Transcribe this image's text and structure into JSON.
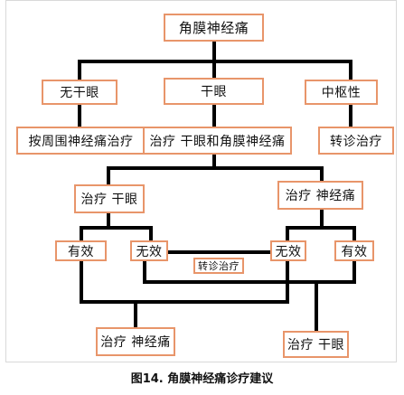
{
  "nodes": {
    "root": "角膜神经痛",
    "no_dry_eye": "无干眼",
    "dry_eye": "干眼",
    "central": "中枢性",
    "peripheral_tx": "按周围神经痛治疗",
    "dry_eye_and_neuro_tx": "治疗 干眼和角膜神经痛",
    "referral_right": "转诊治疗",
    "treat_dry_eye": "治疗 干眼",
    "treat_neuralgia": "治疗 神经痛",
    "effective_left": "有效",
    "ineffective_left": "无效",
    "referral_middle": "转诊治疗",
    "ineffective_right": "无效",
    "effective_right": "有效",
    "final_neuralgia_tx": "治疗 神经痛",
    "final_dry_eye_tx": "治疗 干眼"
  },
  "caption": "图14. 角膜神经痛诊疗建议",
  "colors": {
    "box_border": "#e8956a",
    "connector": "#000000"
  }
}
